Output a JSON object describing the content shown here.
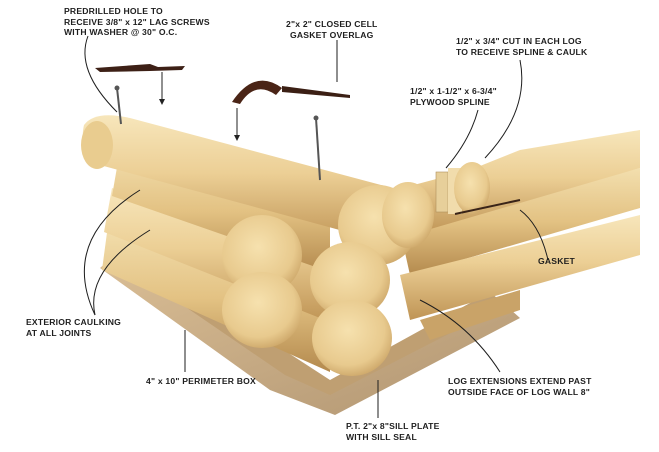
{
  "labels": {
    "lag_screws": [
      "PREDRILLED HOLE TO",
      "RECEIVE 3/8\" x 12\" LAG SCREWS",
      "WITH WASHER @ 30\" O.C."
    ],
    "gasket_overlag": [
      "2\"x 2\" CLOSED CELL",
      "GASKET OVERLAG"
    ],
    "cut_in_log": [
      "1/2\" x 3/4\" CUT IN EACH LOG",
      "TO RECEIVE SPLINE & CAULK"
    ],
    "plywood_spline": [
      "1/2\" x 1-1/2\" x 6-3/4\"",
      "PLYWOOD SPLINE"
    ],
    "gasket": [
      "GASKET"
    ],
    "exterior_caulking": [
      "EXTERIOR CAULKING",
      "AT ALL JOINTS"
    ],
    "perimeter_box": [
      "4\" x 10\" PERIMETER BOX"
    ],
    "log_extensions": [
      "LOG EXTENSIONS EXTEND PAST",
      "OUTSIDE FACE OF LOG WALL 8\""
    ],
    "sill_plate": [
      "P.T. 2\"x 8\"SILL PLATE",
      "WITH SILL SEAL"
    ]
  },
  "colors": {
    "log_light": "#f3dca8",
    "log_mid": "#e2c386",
    "log_dark": "#b98e4f",
    "end_grain": "#ecd199",
    "sill": "#c7a77a",
    "gasket": "#4a2416",
    "text": "#1e1e1e"
  }
}
